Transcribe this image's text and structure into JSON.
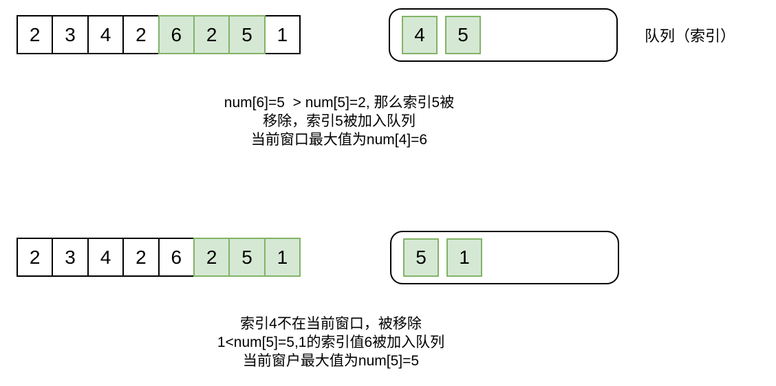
{
  "queue_label": "队列（索引）",
  "colors": {
    "highlight_fill": "#d5e8d4",
    "highlight_border": "#82b366",
    "line": "#000000",
    "text": "#000000"
  },
  "steps": [
    {
      "id": "step1",
      "array_cells": [
        {
          "value": "2",
          "highlight": false
        },
        {
          "value": "3",
          "highlight": false
        },
        {
          "value": "4",
          "highlight": false
        },
        {
          "value": "2",
          "highlight": false
        },
        {
          "value": "6",
          "highlight": true
        },
        {
          "value": "2",
          "highlight": true
        },
        {
          "value": "5",
          "highlight": true
        },
        {
          "value": "1",
          "highlight": false
        }
      ],
      "queue_items": [
        "4",
        "5"
      ],
      "caption_lines": [
        "num[6]=5  > num[5]=2, 那么索引5被",
        "移除，索引5被加入队列",
        "当前窗口最大值为num[4]=6"
      ]
    },
    {
      "id": "step2",
      "array_cells": [
        {
          "value": "2",
          "highlight": false
        },
        {
          "value": "3",
          "highlight": false
        },
        {
          "value": "4",
          "highlight": false
        },
        {
          "value": "2",
          "highlight": false
        },
        {
          "value": "6",
          "highlight": false
        },
        {
          "value": "2",
          "highlight": true
        },
        {
          "value": "5",
          "highlight": true
        },
        {
          "value": "1",
          "highlight": true
        }
      ],
      "queue_items": [
        "5",
        "1"
      ],
      "caption_lines": [
        "索引4不在当前窗口，被移除",
        "1<num[5]=5,1的索引值6被加入队列",
        "当前窗户最大值为num[5]=5"
      ]
    }
  ]
}
